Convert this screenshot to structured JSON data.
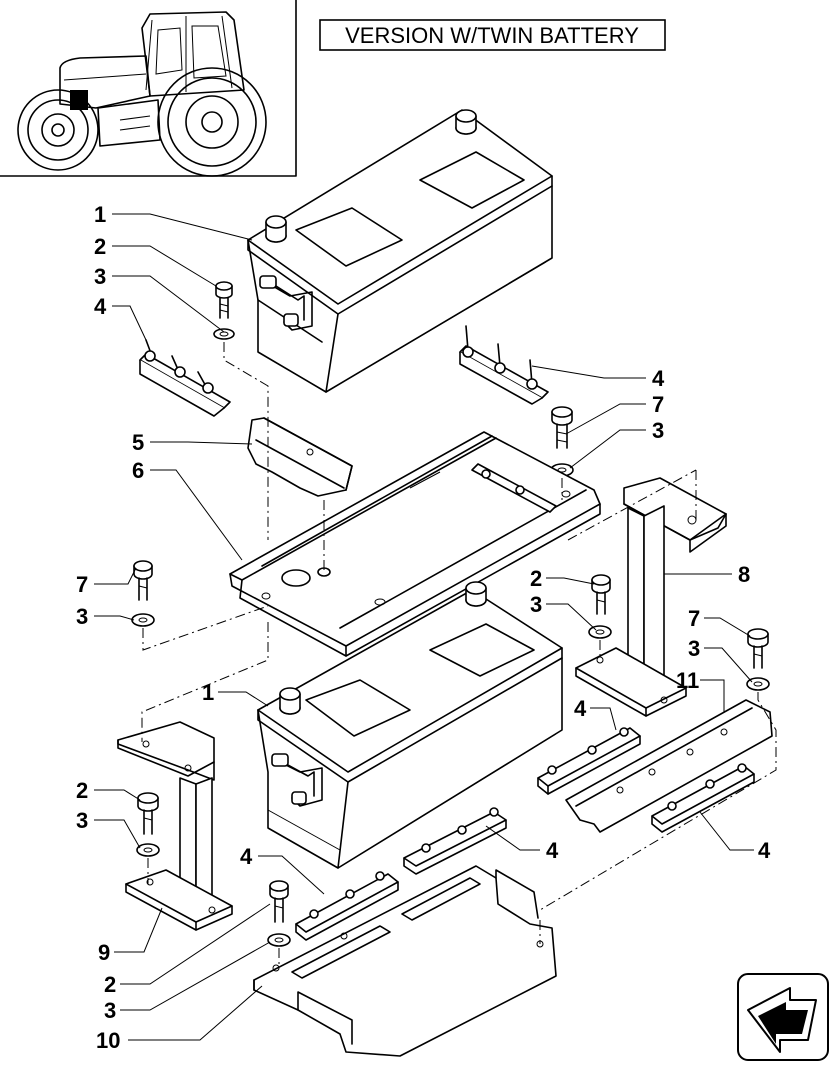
{
  "title": "VERSION W/TWIN BATTERY",
  "callouts": [
    {
      "id": "c1a",
      "text": "1"
    },
    {
      "id": "c2a",
      "text": "2"
    },
    {
      "id": "c3a",
      "text": "3"
    },
    {
      "id": "c4a",
      "text": "4"
    },
    {
      "id": "c5",
      "text": "5"
    },
    {
      "id": "c6",
      "text": "6"
    },
    {
      "id": "c4b",
      "text": "4"
    },
    {
      "id": "c7a",
      "text": "7"
    },
    {
      "id": "c3b",
      "text": "3"
    },
    {
      "id": "c8",
      "text": "8"
    },
    {
      "id": "c7b",
      "text": "7"
    },
    {
      "id": "c3c",
      "text": "3"
    },
    {
      "id": "c2b",
      "text": "2"
    },
    {
      "id": "c3d",
      "text": "3"
    },
    {
      "id": "c7c",
      "text": "7"
    },
    {
      "id": "c3e",
      "text": "3"
    },
    {
      "id": "c11",
      "text": "11"
    },
    {
      "id": "c1b",
      "text": "1"
    },
    {
      "id": "c4c",
      "text": "4"
    },
    {
      "id": "c2c",
      "text": "2"
    },
    {
      "id": "c3f",
      "text": "3"
    },
    {
      "id": "c4d",
      "text": "4"
    },
    {
      "id": "c4e",
      "text": "4"
    },
    {
      "id": "c4f",
      "text": "4"
    },
    {
      "id": "c9",
      "text": "9"
    },
    {
      "id": "c2d",
      "text": "2"
    },
    {
      "id": "c3g",
      "text": "3"
    },
    {
      "id": "c10",
      "text": "10"
    }
  ],
  "icons": {
    "inset": "tractor-icon",
    "nav": "next-page-arrow-icon"
  }
}
